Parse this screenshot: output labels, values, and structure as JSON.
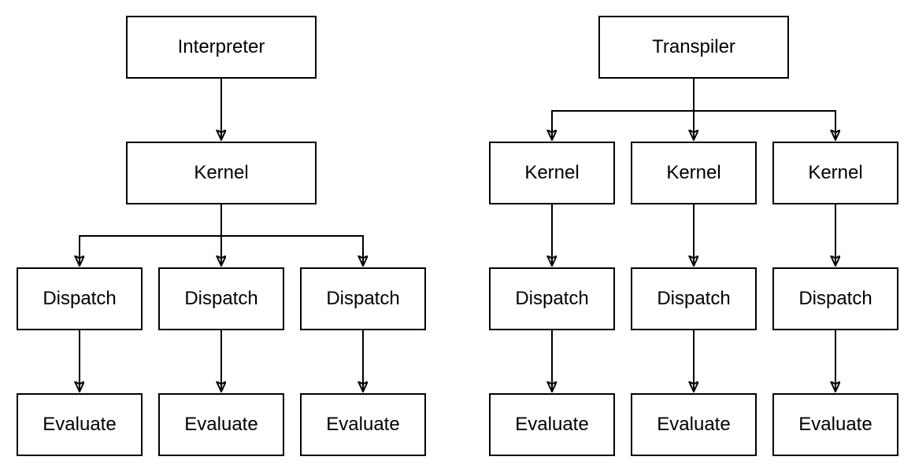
{
  "diagram": {
    "background_color": "#ffffff",
    "node_fill_color": "#ffffff",
    "node_stroke_color": "#000000",
    "text_color": "#000000",
    "connector_color": "#000000",
    "left_tree": {
      "root": "Interpreter",
      "kernels": [
        "Kernel"
      ],
      "dispatch": [
        "Dispatch",
        "Dispatch",
        "Dispatch"
      ],
      "evaluate": [
        "Evaluate",
        "Evaluate",
        "Evaluate"
      ],
      "edges": [
        "Interpreter -> Kernel",
        "Kernel -> Dispatch (x3)",
        "Dispatch -> Evaluate (x3)"
      ]
    },
    "right_tree": {
      "root": "Transpiler",
      "kernels": [
        "Kernel",
        "Kernel",
        "Kernel"
      ],
      "dispatch": [
        "Dispatch",
        "Dispatch",
        "Dispatch"
      ],
      "evaluate": [
        "Evaluate",
        "Evaluate",
        "Evaluate"
      ],
      "edges": [
        "Transpiler -> Kernel (x3)",
        "Kernel -> Dispatch (x3)",
        "Dispatch -> Evaluate (x3)"
      ]
    }
  }
}
